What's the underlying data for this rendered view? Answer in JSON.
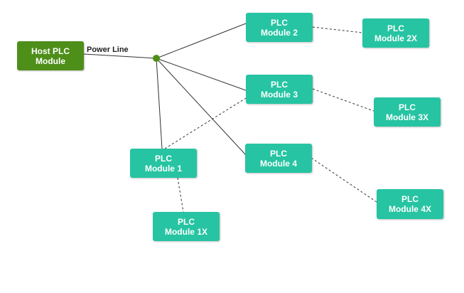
{
  "colors": {
    "host": "#4e8f1a",
    "module": "#26c4a2",
    "junction": "#4e8f1a",
    "line": "#333333"
  },
  "edge_label": "Power Line",
  "nodes": {
    "host": {
      "line1": "Host PLC",
      "line2": "Module"
    },
    "m1": {
      "line1": "PLC",
      "line2": "Module 1"
    },
    "m2": {
      "line1": "PLC",
      "line2": "Module 2"
    },
    "m3": {
      "line1": "PLC",
      "line2": "Module 3"
    },
    "m4": {
      "line1": "PLC",
      "line2": "Module 4"
    },
    "m1x": {
      "line1": "PLC",
      "line2": "Module 1X"
    },
    "m2x": {
      "line1": "PLC",
      "line2": "Module 2X"
    },
    "m3x": {
      "line1": "PLC",
      "line2": "Module 3X"
    },
    "m4x": {
      "line1": "PLC",
      "line2": "Module 4X"
    }
  }
}
